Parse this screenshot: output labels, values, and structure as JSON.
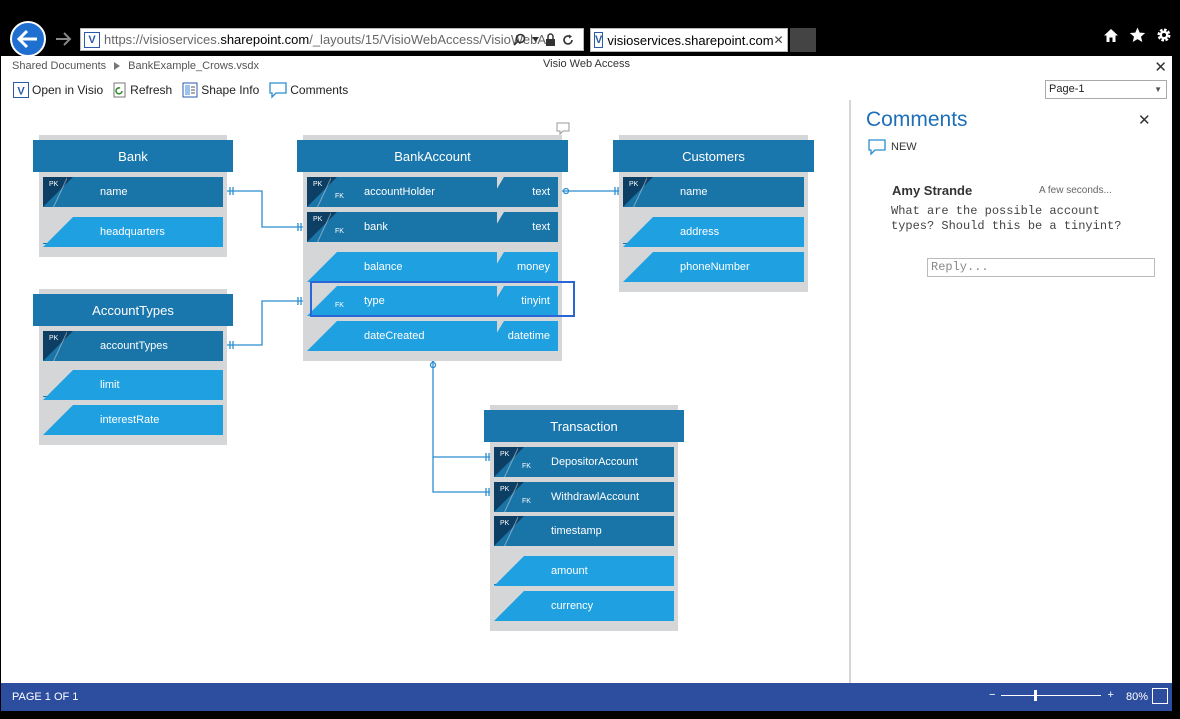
{
  "browser": {
    "url_prefix": "https://visioservices.",
    "url_host": "sharepoint.com",
    "url_path": "/_layouts/15/VisioWebAccess/VisioWebA",
    "tab_title": "visioservices.sharepoint.com",
    "favicon_letter": "V"
  },
  "app": {
    "breadcrumb": [
      "Shared Documents",
      "BankExample_Crows.vsdx"
    ],
    "title": "Visio Web Access",
    "toolbar": {
      "open_in_visio": "Open in Visio",
      "refresh": "Refresh",
      "shape_info": "Shape Info",
      "comments": "Comments"
    },
    "page_selector": "Page-1"
  },
  "diagram": {
    "bank": {
      "title": "Bank",
      "rows": [
        {
          "name": "name",
          "pk": "PK",
          "key": true
        },
        {
          "name": "headquarters",
          "key": false
        }
      ]
    },
    "account_types": {
      "title": "AccountTypes",
      "rows": [
        {
          "name": "accountTypes",
          "pk": "PK",
          "key": true
        },
        {
          "name": "limit",
          "key": false
        },
        {
          "name": "interestRate",
          "key": false
        }
      ]
    },
    "bank_account": {
      "title": "BankAccount",
      "rows": [
        {
          "name": "accountHolder",
          "type": "text",
          "pk": "PK",
          "fk": "FK",
          "key": true
        },
        {
          "name": "bank",
          "type": "text",
          "pk": "PK",
          "fk": "FK",
          "key": true
        },
        {
          "name": "balance",
          "type": "money",
          "key": false
        },
        {
          "name": "type",
          "type": "tinyint",
          "fk": "FK",
          "key": false,
          "selected": true
        },
        {
          "name": "dateCreated",
          "type": "datetime",
          "key": false
        }
      ]
    },
    "customers": {
      "title": "Customers",
      "rows": [
        {
          "name": "name",
          "pk": "PK",
          "key": true
        },
        {
          "name": "address",
          "key": false
        },
        {
          "name": "phoneNumber",
          "key": false
        }
      ]
    },
    "transaction": {
      "title": "Transaction",
      "rows": [
        {
          "name": "DepositorAccount",
          "pk": "PK",
          "fk": "FK",
          "key": true
        },
        {
          "name": "WithdrawlAccount",
          "pk": "PK",
          "fk": "FK",
          "key": true
        },
        {
          "name": "timestamp",
          "pk": "PK",
          "key": true
        },
        {
          "name": "amount",
          "key": false
        },
        {
          "name": "currency",
          "key": false
        }
      ]
    }
  },
  "comments_panel": {
    "title": "Comments",
    "new_label": "NEW",
    "author": "Amy Strande",
    "time": "A few seconds...",
    "body": "What are the possible account types? Should this be a tinyint?",
    "reply_placeholder": "Reply..."
  },
  "status": {
    "page_count": "PAGE 1 OF 1",
    "zoom_minus": "−",
    "zoom_plus": "+",
    "zoom": "80%"
  },
  "colors": {
    "entity_header": "#1a77ad",
    "key_row": "#1974a8",
    "attr_row": "#1fa0e0",
    "connector": "#2a8ed0",
    "status_bar": "#2d4e9e",
    "accent": "#1e6fb8"
  }
}
